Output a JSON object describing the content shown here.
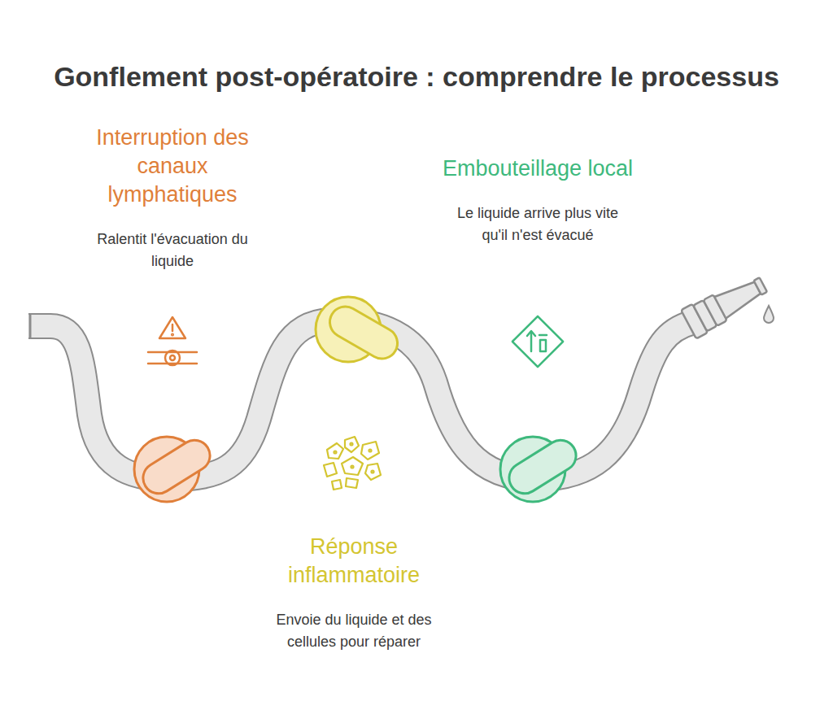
{
  "diagram": {
    "title": "Gonflement post-opératoire : comprendre le processus",
    "nodes": [
      {
        "text": [
          "Interruption des canaux lymphatiques",
          "Ralentit l'évacuation du liquide"
        ]
      },
      {
        "text": [
          "Réponse inflammatoire",
          "Envoie du liquide et des cellules pour réparer"
        ]
      },
      {
        "text": [
          "Embouteillage local",
          "Le liquide arrive plus vite qu'il n'est évacué"
        ]
      }
    ]
  }
}
